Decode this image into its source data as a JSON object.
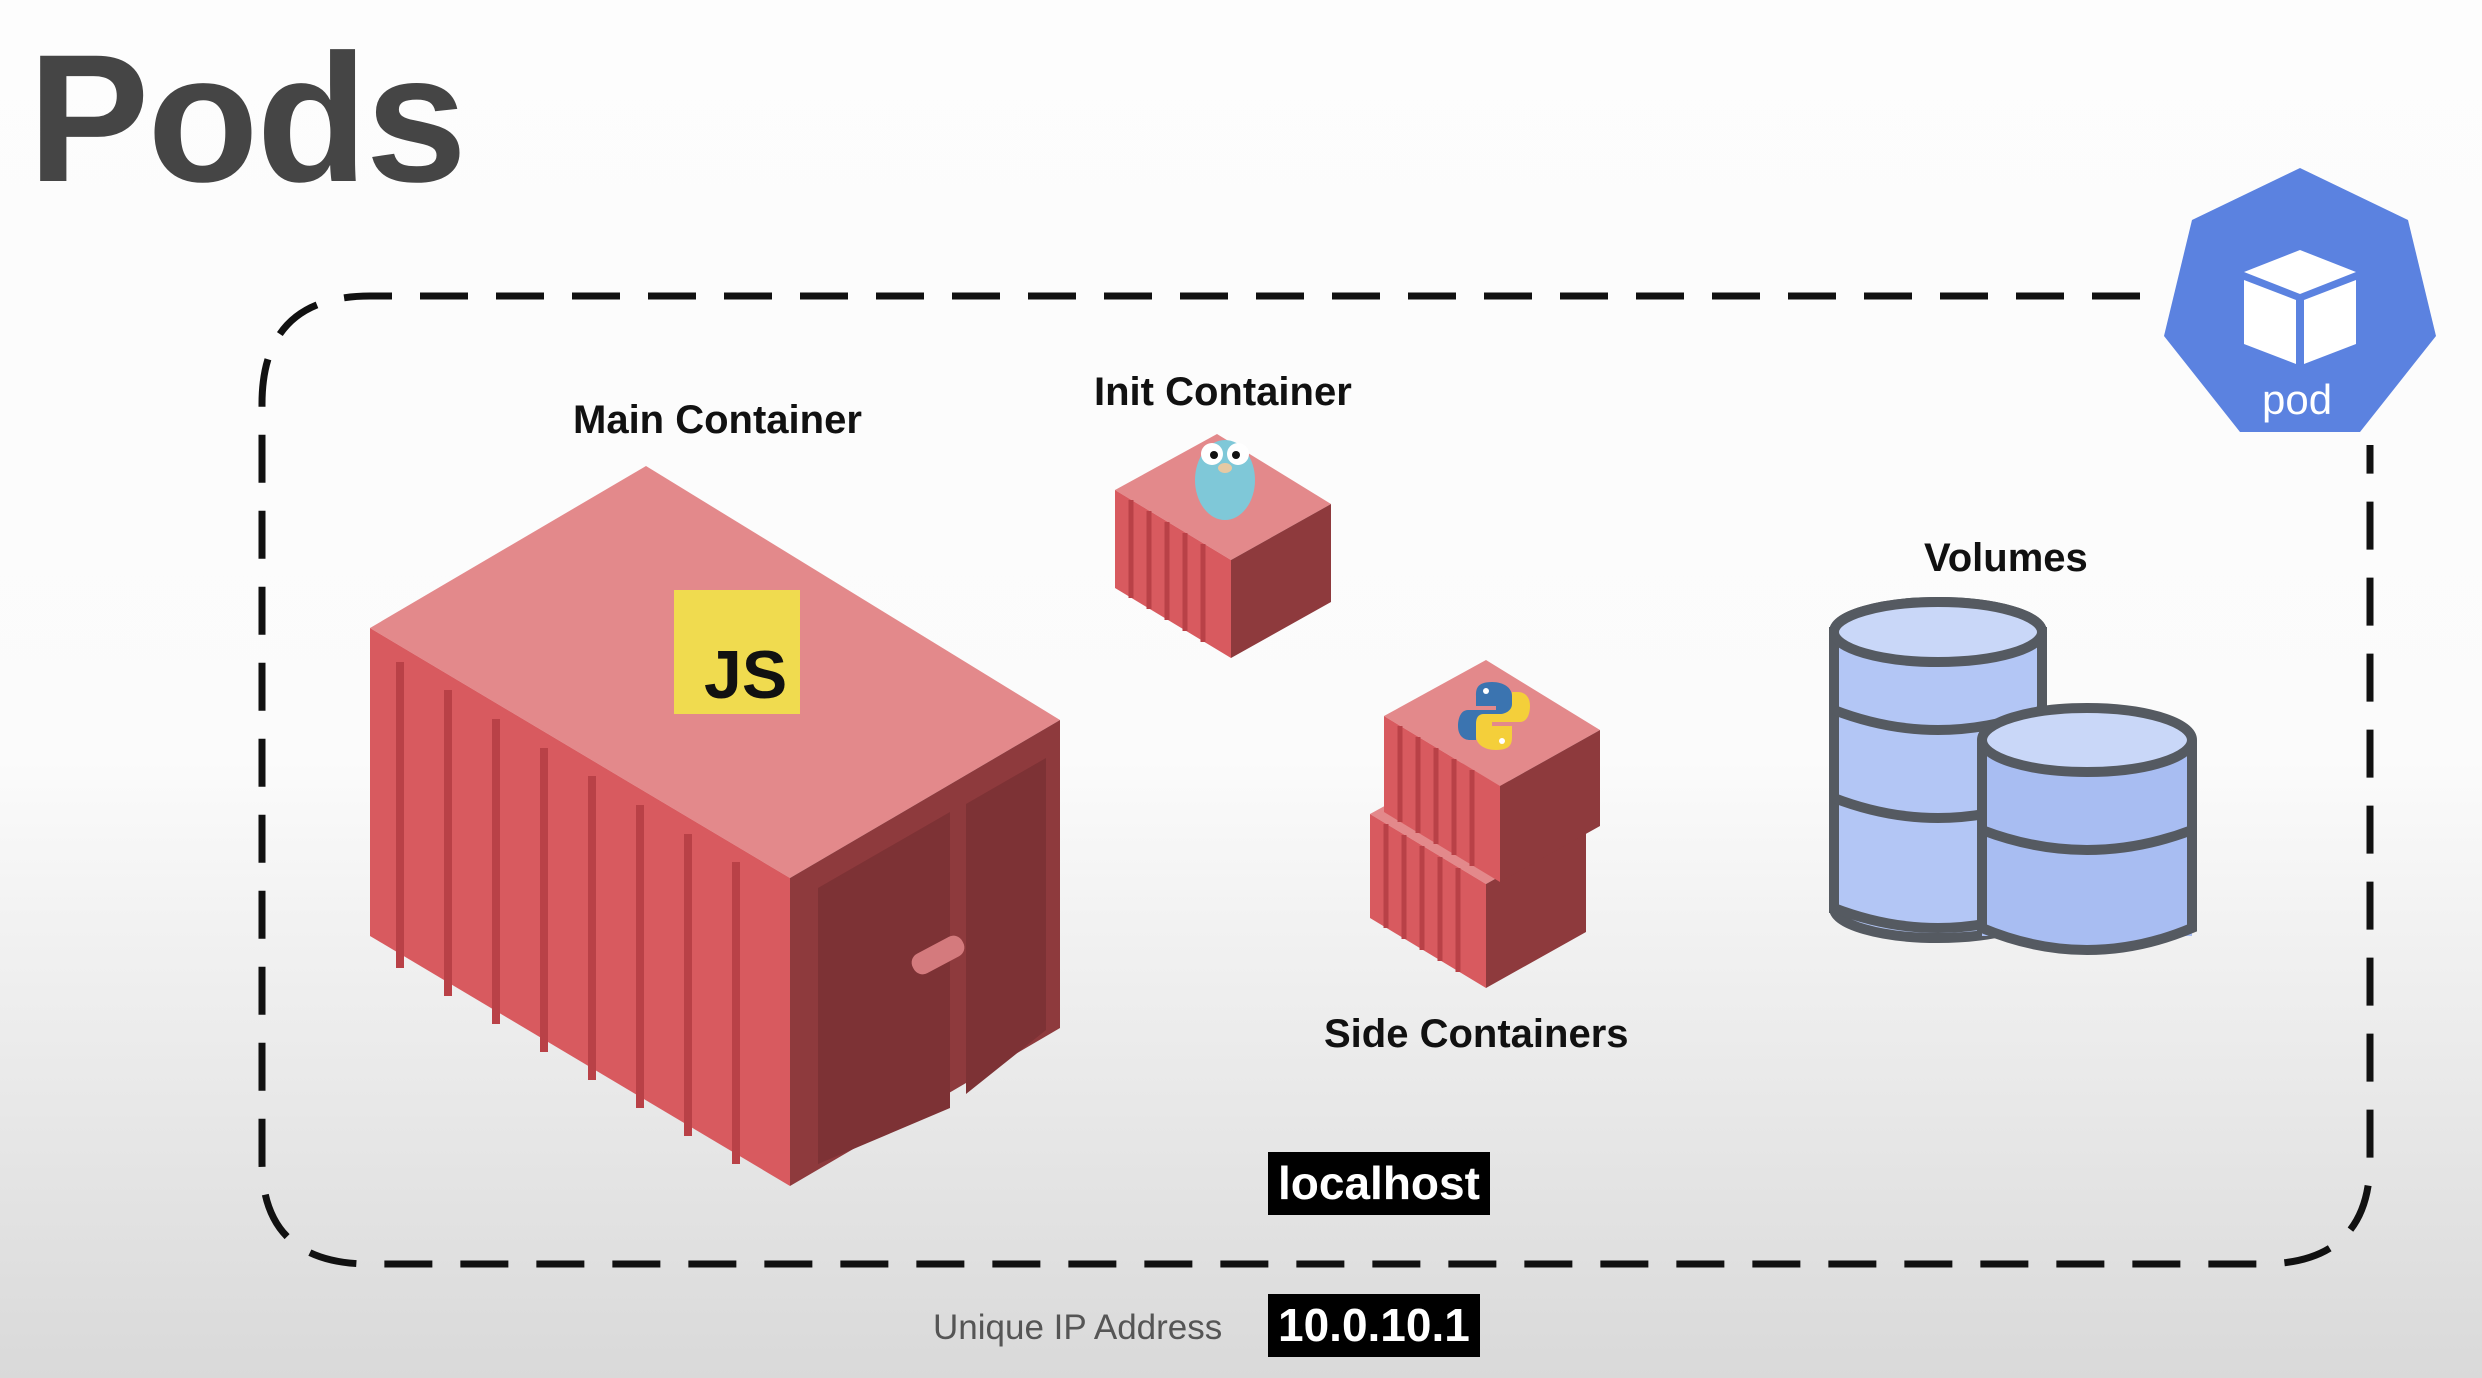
{
  "title": "Pods",
  "pod_badge": {
    "label": "pod",
    "icon": "kubernetes-pod-icon",
    "color": "#5b82e0"
  },
  "main_container": {
    "label": "Main Container",
    "badge": "JS",
    "badge_color": "#f0db4f",
    "color": "#e06a6e"
  },
  "init_container": {
    "label": "Init Container",
    "mascot": "go-gopher-icon"
  },
  "side_containers": {
    "label": "Side Containers",
    "mascot": "python-logo-icon"
  },
  "volumes": {
    "label": "Volumes",
    "icon": "database-stack-icon",
    "color": "#b3c6f5"
  },
  "network": {
    "localhost": "localhost",
    "ip_caption": "Unique IP Address",
    "ip": "10.0.10.1"
  }
}
